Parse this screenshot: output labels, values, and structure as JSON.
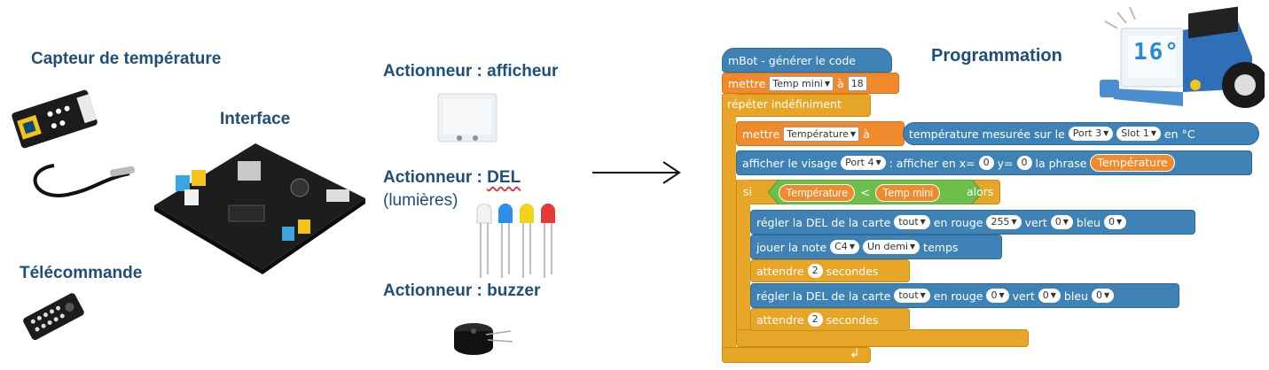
{
  "labels": {
    "temp_sensor": "Capteur de température",
    "interface": "Interface",
    "remote": "Télécommande",
    "act_display": "Actionneur : afficheur",
    "act_led_a": "Actionneur : ",
    "act_led_b": "DEL",
    "act_led_c": "(lumières)",
    "act_buzzer": "Actionneur : buzzer",
    "programmation": "Programmation",
    "robot_display": "16°"
  },
  "blocks": {
    "hat": "mBot - générer le code",
    "set1": {
      "kw": "mettre",
      "var": "Temp mini",
      "to": "à",
      "val": "18"
    },
    "forever": "répéter indéfiniment",
    "set2": {
      "kw": "mettre",
      "var": "Température",
      "to": "à",
      "sensor": "température mesurée sur le",
      "port": "Port 3",
      "slot": "Slot 1",
      "unit": "en °C"
    },
    "face": {
      "a": "afficher le visage",
      "port": "Port 4",
      "b": ": afficher en x=",
      "x": "0",
      "c": "y=",
      "y": "0",
      "d": "la phrase",
      "var": "Température"
    },
    "if": {
      "kw": "si",
      "left": "Température",
      "op": "<",
      "right": "Temp mini",
      "then": "alors"
    },
    "led1": {
      "a": "régler la DEL de la carte",
      "which": "tout",
      "b": "en rouge",
      "r": "255",
      "c": "vert",
      "g": "0",
      "d": "bleu",
      "bl": "0"
    },
    "note": {
      "a": "jouer la note",
      "note": "C4",
      "dur": "Un demi",
      "b": "temps"
    },
    "wait1": {
      "a": "attendre",
      "n": "2",
      "b": "secondes"
    },
    "led2": {
      "a": "régler la DEL de la carte",
      "which": "tout",
      "b": "en rouge",
      "r": "0",
      "c": "vert",
      "g": "0",
      "d": "bleu",
      "bl": "0"
    },
    "wait2": {
      "a": "attendre",
      "n": "2",
      "b": "secondes"
    },
    "loop_arrow": "↲"
  },
  "arrow_icon": "right-arrow-icon",
  "colors": {
    "label": "#1f4e79",
    "blue_block": "#3f82b5",
    "orange_block": "#f08a2c",
    "yellow_block": "#e7a628",
    "green_block": "#6cc04a"
  }
}
